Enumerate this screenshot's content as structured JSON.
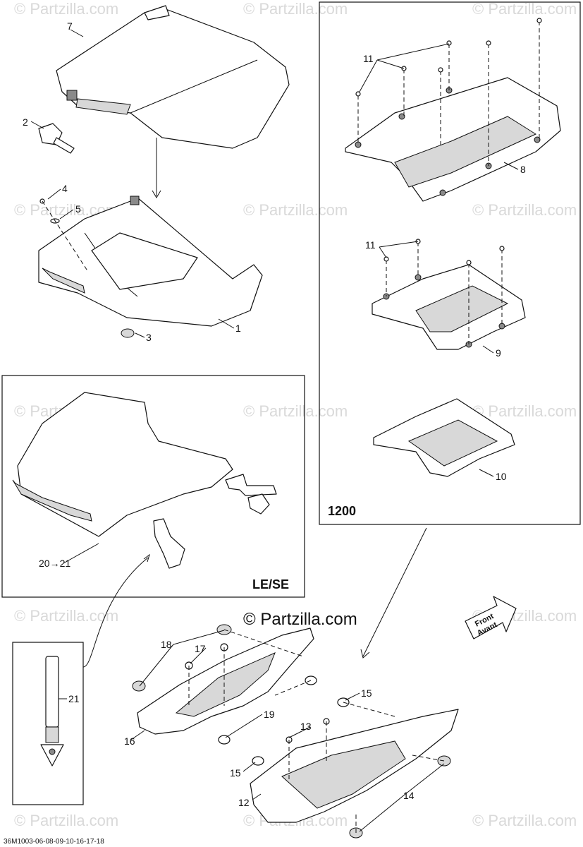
{
  "watermark": "© Partzilla.com",
  "center_watermark": "© Partzilla.com",
  "diagram_code": "36M1003-06-08-09-10-16-17-18",
  "boxes": {
    "variant_1200": "1200",
    "variant_le_se": "LE/SE"
  },
  "front_arrow": {
    "line1": "Front",
    "line2": "Avant"
  },
  "callouts": {
    "p1": "1",
    "p2": "2",
    "p3": "3",
    "p4": "4",
    "p5": "5",
    "p7": "7",
    "p8": "8",
    "p9": "9",
    "p10": "10",
    "p11a": "11",
    "p11b": "11",
    "p12": "12",
    "p13": "13",
    "p14": "14",
    "p15a": "15",
    "p15b": "15",
    "p16": "16",
    "p17": "17",
    "p18": "18",
    "p19": "19",
    "p20": "20→21",
    "p21": "21"
  }
}
